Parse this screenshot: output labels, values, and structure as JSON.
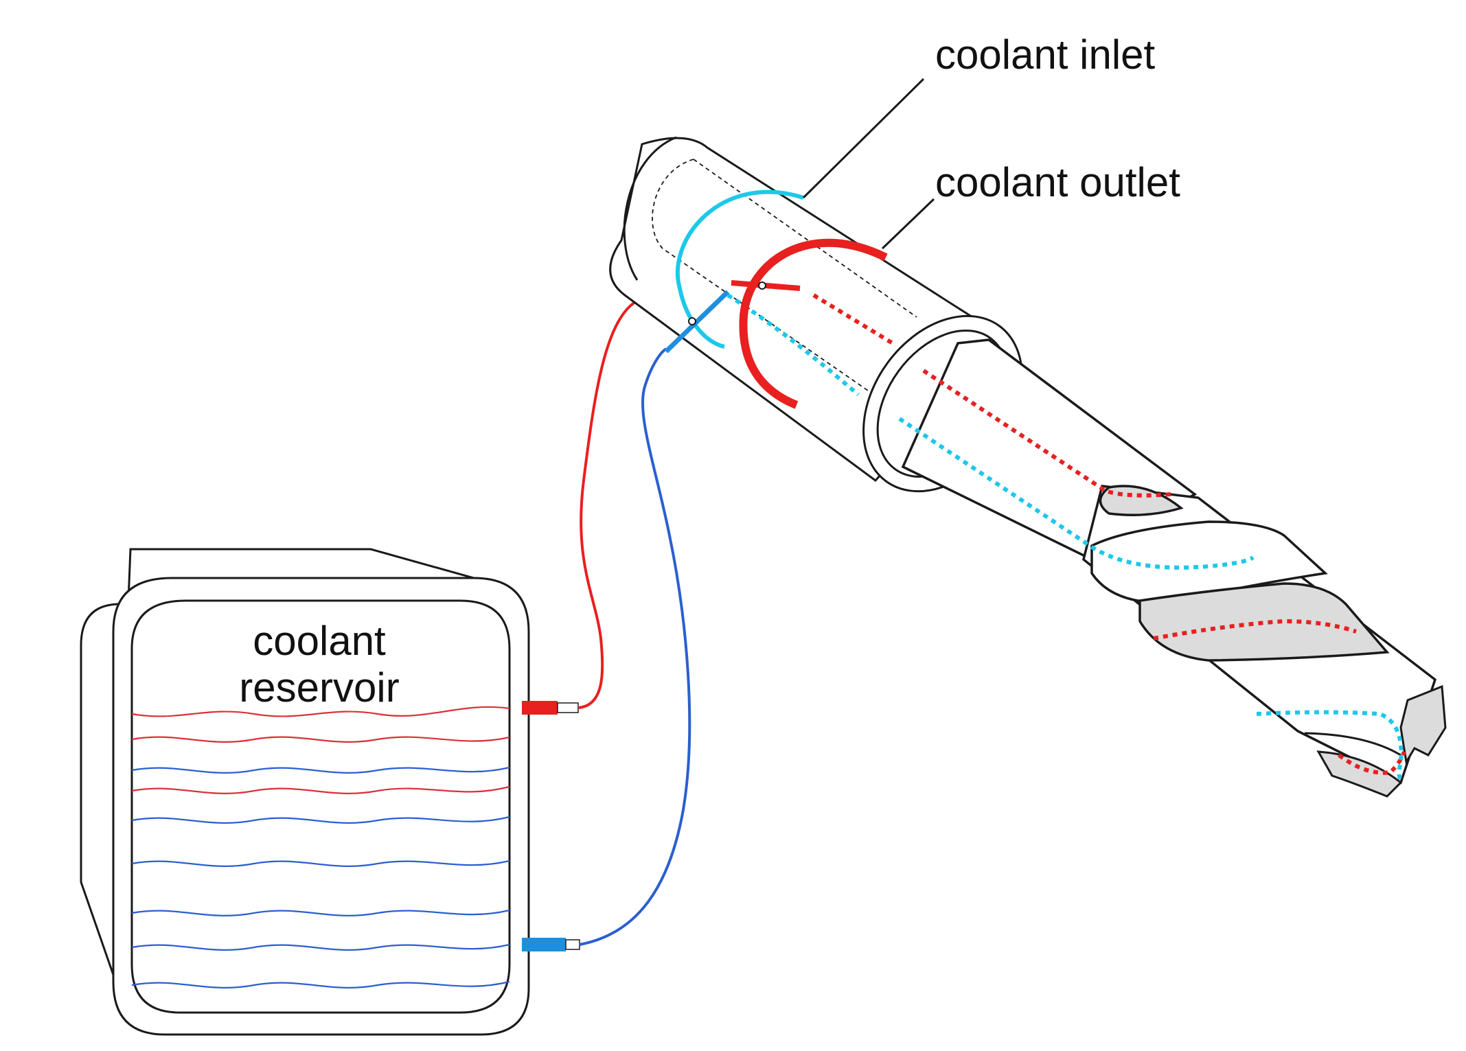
{
  "labels": {
    "coolant_inlet": "coolant inlet",
    "coolant_outlet": "coolant outlet",
    "coolant_reservoir": "coolant reservoir"
  },
  "colors": {
    "inlet_cyan": "#1ec8e8",
    "outlet_red": "#e8201f",
    "cold_line_blue": "#2a5fd0",
    "hot_line_red": "#d8323a",
    "outline": "#1a1a1a",
    "flute_fill": "#dcdcdc"
  },
  "icons": [
    "coolant-reservoir-icon",
    "tool-holder-icon",
    "drill-bit-icon",
    "inlet-ring-icon",
    "outlet-ring-icon",
    "hose-icon"
  ]
}
